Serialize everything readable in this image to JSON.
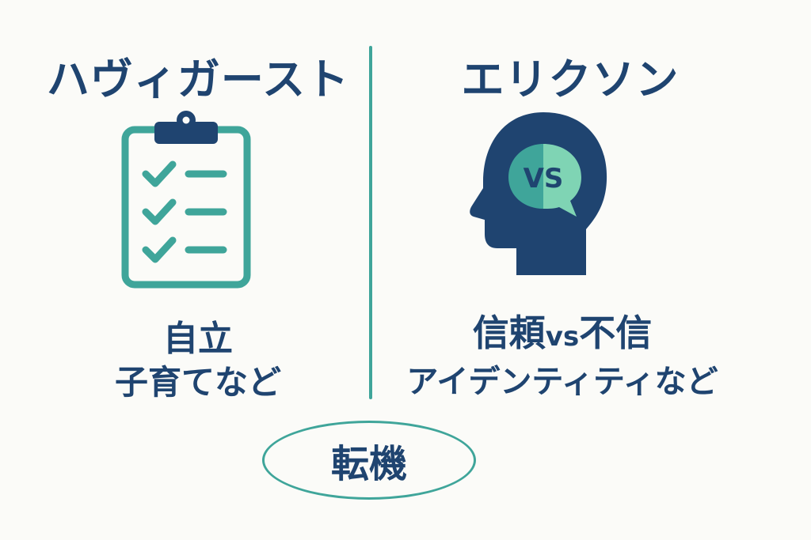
{
  "left": {
    "title": "ハヴィガースト",
    "icon": "clipboard-checklist-icon",
    "caption_line1": "自立",
    "caption_line2": "子育てなど"
  },
  "right": {
    "title": "エリクソン",
    "icon": "head-vs-icon",
    "icon_text": "VS",
    "caption_line1_a": "信頼",
    "caption_line1_vs": "vs",
    "caption_line1_b": "不信",
    "caption_line2": "アイデンティティなど"
  },
  "center": {
    "label": "転機"
  },
  "colors": {
    "navy": "#1f4470",
    "teal": "#3fa59a",
    "mint": "#7fd4b4",
    "background": "#fbfbf8"
  }
}
